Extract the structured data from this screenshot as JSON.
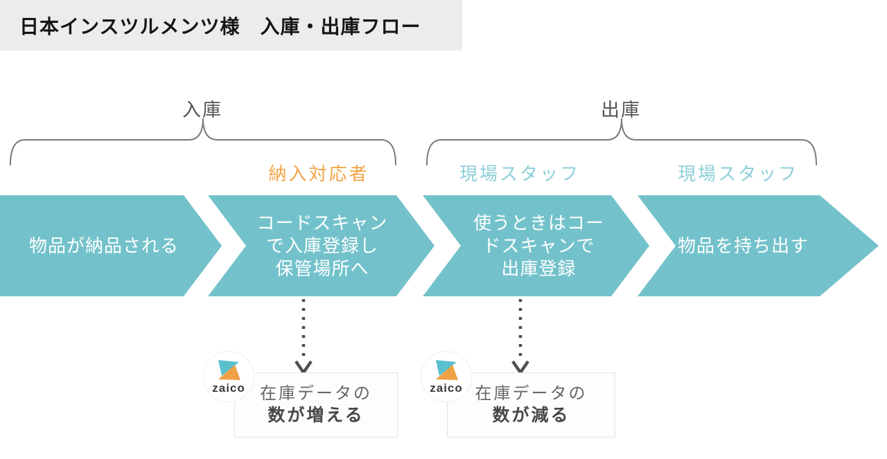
{
  "title": "日本インスツルメンツ様　入庫・出庫フロー",
  "phases": {
    "inbound": {
      "label": "入庫"
    },
    "outbound": {
      "label": "出庫"
    }
  },
  "roles": [
    {
      "label": "納入対応者",
      "color": "#f2a444"
    },
    {
      "label": "現場スタッフ",
      "color": "#8ccfd8"
    },
    {
      "label": "現場スタッフ",
      "color": "#8ccfd8"
    }
  ],
  "steps": [
    {
      "lines": [
        "物品が納品される",
        "",
        ""
      ]
    },
    {
      "lines": [
        "コードスキャン",
        "で入庫登録し",
        "保管場所へ"
      ]
    },
    {
      "lines": [
        "使うときはコー",
        "ドスキャンで",
        "出庫登録"
      ]
    },
    {
      "lines": [
        "物品を持ち出す",
        "",
        ""
      ]
    }
  ],
  "outcomes": [
    {
      "brand": "zaico",
      "line1": "在庫データの",
      "line2": "数が増える"
    },
    {
      "brand": "zaico",
      "line1": "在庫データの",
      "line2": "数が減る"
    }
  ],
  "colors": {
    "arrow_teal": "#73c2cb",
    "role_teal": "#8ccfd8",
    "role_orange": "#f2a444",
    "title_bg": "#ececec",
    "brace_gray": "#7a7a7a",
    "dotted_gray": "#4f4f4f",
    "logo_teal": "#5bc0ce",
    "logo_orange": "#f0a145"
  }
}
